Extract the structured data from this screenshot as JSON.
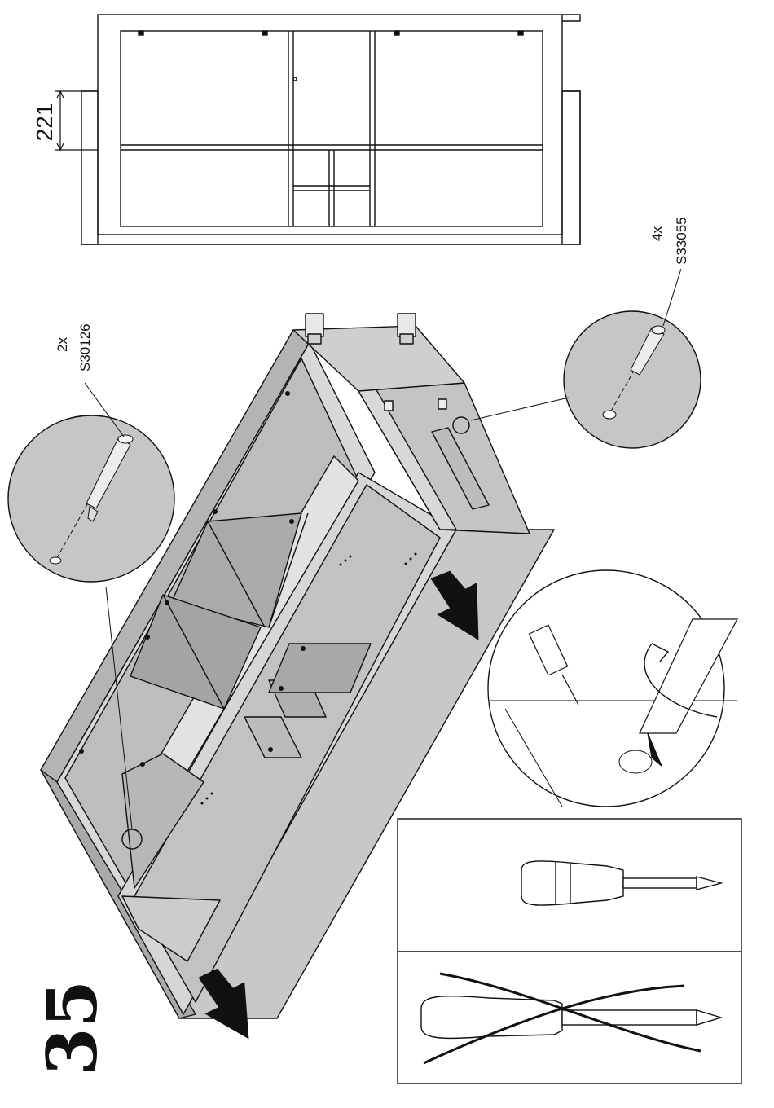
{
  "step": {
    "number": "35"
  },
  "dimension": {
    "value": "221"
  },
  "parts": {
    "screw_long": {
      "qty": "2x",
      "code": "S30126"
    },
    "screw_short": {
      "qty": "4x",
      "code": "S33055"
    }
  },
  "tools": {
    "recommended": "phillips-screwdriver-icon",
    "not_recommended": "power-screwdriver-crossed-icon"
  },
  "colors": {
    "panel": "#c8c8c8",
    "panel_dark": "#a9a9a9",
    "line": "#111111",
    "background": "#ffffff"
  }
}
